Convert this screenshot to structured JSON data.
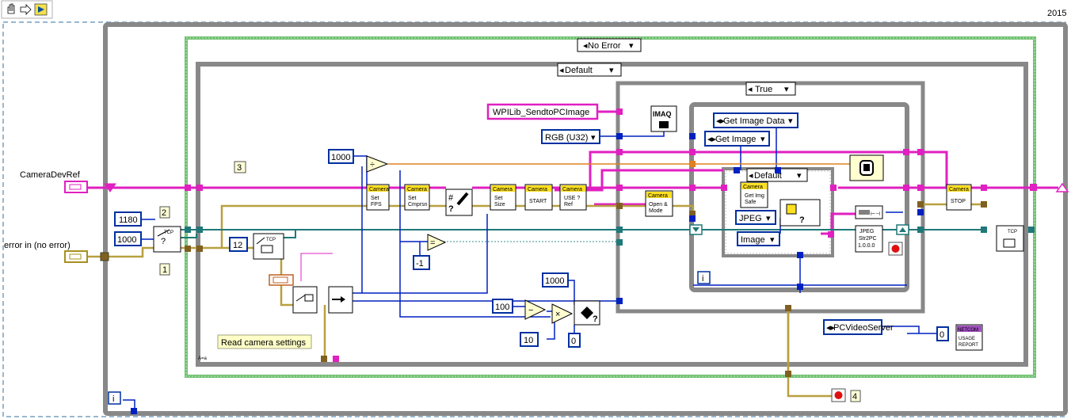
{
  "version_label": "2015",
  "toolbar": {
    "items": [
      "hand-tool-icon",
      "step-arrow-icon",
      "run-arrow-icon"
    ]
  },
  "cases": {
    "outer": "No Error",
    "middle": "Default",
    "inner": "True",
    "innermost": "Default"
  },
  "controls": {
    "camera_dev_ref": "CameraDevRef",
    "error_in": "error in (no error)"
  },
  "constants": {
    "c1180": "1180",
    "c1000a": "1000",
    "c1000b": "1000",
    "c1000c": "1000",
    "c12": "12",
    "cneg1": "-1",
    "c100": "100",
    "c10": "10",
    "c0a": "0",
    "c0b": "0",
    "c3": "3",
    "c2": "2",
    "c1": "1",
    "c4": "4",
    "i_label": "i",
    "image_name": "WPILib_SendtoPCImage",
    "rgb_type": "RGB (U32)",
    "get_image_data": "Get Image Data",
    "get_image": "Get Image",
    "jpeg": "JPEG",
    "image": "Image",
    "pc_video_server": "PCVideoServer"
  },
  "comment": "Read camera settings",
  "nodes": {
    "camera_tag": "Camera",
    "set_fps": [
      "Set",
      "FPS"
    ],
    "set_cmprsn": [
      "Set",
      "Cmprsn"
    ],
    "set_size": [
      "Set",
      "Size"
    ],
    "start": [
      "START"
    ],
    "use_ref": [
      "USE ?",
      "Ref"
    ],
    "open_mode": [
      "Open &",
      "Mode"
    ],
    "get_img_safe": [
      "Get Img",
      "Safe"
    ],
    "stop": [
      "STOP"
    ],
    "imaq": "IMAQ",
    "jpeg_str": [
      "JPEG",
      "Str2PC",
      "1.0.0.0"
    ],
    "netcomm": [
      "NETCOM",
      "USAGE",
      "REPORT"
    ],
    "tcp": "TCP"
  },
  "colors": {
    "structure": "#888888",
    "case_green": "#70c070",
    "wire_pink": "#e020c0",
    "wire_error": "#b8a040",
    "wire_teal": "#207878",
    "wire_blue": "#0020c0",
    "wire_orange": "#e08020",
    "const_blue": "#0030a0",
    "camera_yellow": "#ffe020"
  }
}
